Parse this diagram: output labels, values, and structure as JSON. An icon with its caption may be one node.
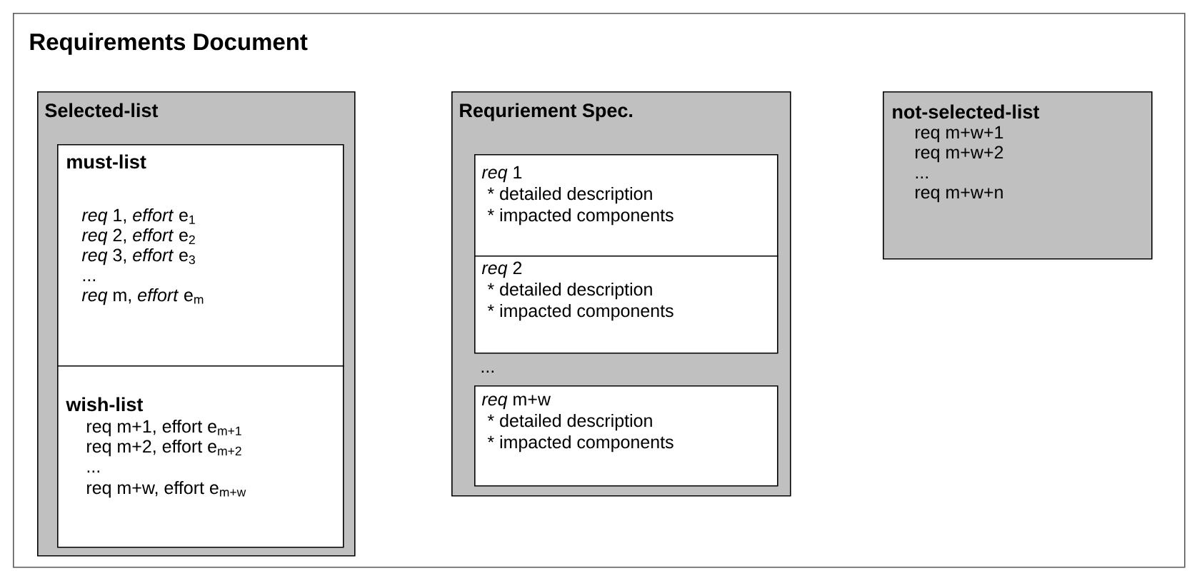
{
  "diagram": {
    "nodes": [
      {
        "text": [
          "Requirements Document"
        ]
      },
      {
        "text": [
          "Selected-list"
        ],
        "in": 0
      },
      {
        "text": [
          "must-list",
          "*req* 1, *effort* e$_{1}$",
          "*req* 2, *effort* e$_{2}$",
          "*req* 3, *effort* e$_{3}$",
          "...",
          "*req* m, *effort* e$_{m}$"
        ],
        "in": 1
      },
      {
        "text": [
          "wish-list",
          "req m+1, effort e$_{m+1}$",
          "req m+2, effort e$_{m+2}$",
          "...",
          "req m+w, effort e$_{m+w}$"
        ],
        "in": 1
      },
      {
        "text": [
          "Requriement Spec.",
          "..."
        ],
        "in": 0
      },
      {
        "text": [
          "*req* 1",
          "* detailed description",
          "* impacted components"
        ],
        "in": 4
      },
      {
        "text": [
          "*req* 2",
          "* detailed description",
          "* impacted components"
        ],
        "in": 4
      },
      {
        "text": [
          "*req* m+w",
          "* detailed description",
          "* impacted components"
        ],
        "in": 4
      },
      {
        "text": [
          "not-selected-list",
          "req m+w+1",
          "req m+w+2",
          "...",
          "req m+w+n"
        ],
        "in": 0
      }
    ]
  }
}
